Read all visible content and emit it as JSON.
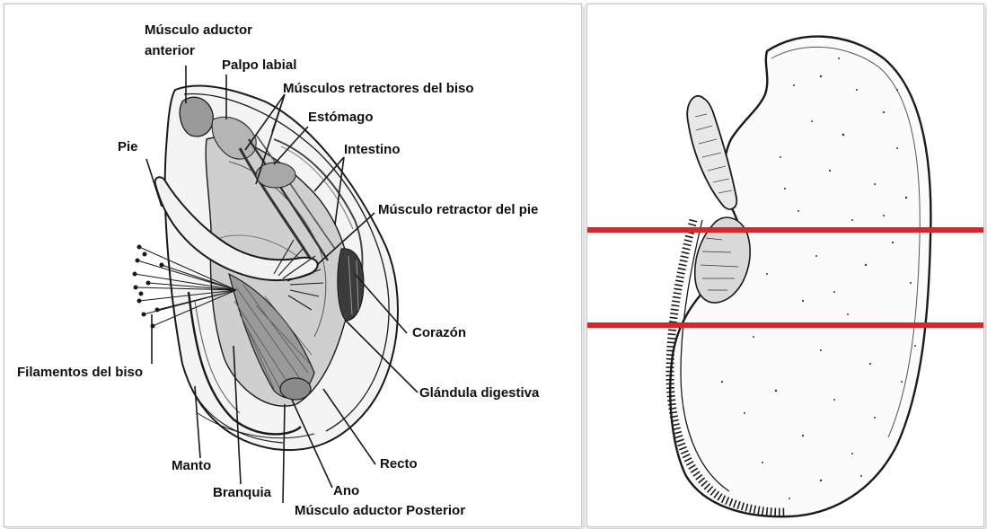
{
  "labels": {
    "musculo_aductor_anterior": [
      "Músculo aductor",
      "anterior"
    ],
    "palpo_labial": "Palpo labial",
    "musculos_retractores_biso": "Músculos retractores del biso",
    "estomago": "Estómago",
    "pie": "Pie",
    "intestino": "Intestino",
    "musculo_retractor_pie": "Músculo retractor del pie",
    "corazon": "Corazón",
    "filamentos_biso": "Filamentos del biso",
    "glandula_digestiva": "Glándula digestiva",
    "recto": "Recto",
    "manto": "Manto",
    "ano": "Ano",
    "branquia": "Branquia",
    "musculo_aductor_posterior": "Músculo aductor Posterior"
  },
  "colors": {
    "line": "#1a1a1a",
    "marker": "#d7262c",
    "ink": "#2a2a2a",
    "fill_light": "#e6e6e6",
    "fill_mid": "#bdbdbd",
    "fill_dark": "#8a8a8a"
  }
}
